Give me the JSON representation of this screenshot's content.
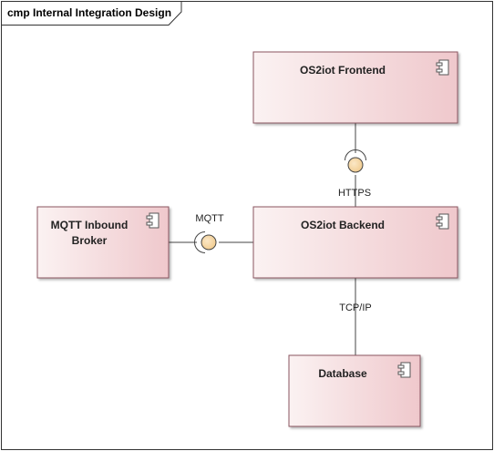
{
  "frame": {
    "title": "cmp Internal Integration Design"
  },
  "components": {
    "frontend": {
      "label": "OS2iot Frontend",
      "icon": "component-icon"
    },
    "backend": {
      "label": "OS2iot Backend",
      "icon": "component-icon"
    },
    "mqtt_broker": {
      "label_line1": "MQTT Inbound",
      "label_line2": "Broker",
      "icon": "component-icon"
    },
    "database": {
      "label": "Database",
      "icon": "component-icon"
    }
  },
  "connectors": {
    "https": {
      "label": "HTTPS"
    },
    "mqtt": {
      "label": "MQTT"
    },
    "tcpip": {
      "label": "TCP/IP"
    }
  },
  "colors": {
    "component_fill_start": "#fbf2f2",
    "component_fill_end": "#efc8cc",
    "component_border": "#8a5560",
    "interface_fill": "#f5d9a8",
    "line": "#444444",
    "frame_border": "#333333"
  }
}
